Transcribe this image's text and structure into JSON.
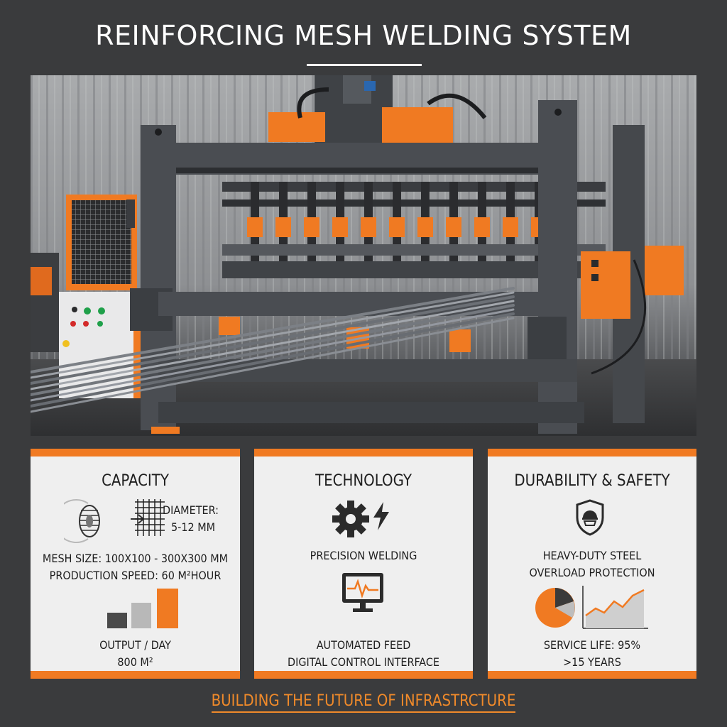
{
  "header": {
    "title": "REINFORCING MESH WELDING SYSTEM"
  },
  "colors": {
    "accent": "#f07a22",
    "background": "#3a3b3d",
    "card": "#efefef",
    "machine": "#4a4d52"
  },
  "cards": {
    "capacity": {
      "title": "CAPACITY",
      "diameter_label": "DIAMETER:",
      "diameter_value": "5-12 MM",
      "mesh_size": "MESH SIZE: 100X100 - 300X300 MM",
      "production_speed": "PRODUCTION SPEED: 60 M²HOUR",
      "output_label": "OUTPUT / DAY",
      "output_value": "800 M²",
      "icons": [
        "wire-coil-icon",
        "arrow-right-icon",
        "mesh-grid-icon",
        "bar-chart-icon"
      ]
    },
    "technology": {
      "title": "TECHNOLOGY",
      "precision": "PRECISION WELDING",
      "automated": "AUTOMATED FEED",
      "digital": "DIGITAL CONTROL INTERFACE",
      "icons": [
        "gear-icon",
        "lightning-icon",
        "monitor-icon"
      ]
    },
    "durability": {
      "title": "DURABILITY & SAFETY",
      "heavy_duty": "HEAVY-DUTY STEEL",
      "overload": "OVERLOAD PROTECTION",
      "service_life": "SERVICE LIFE: 95%",
      "years": ">15 YEARS",
      "icons": [
        "safety-shield-icon",
        "pie-chart-icon",
        "line-chart-icon"
      ]
    }
  },
  "footer": {
    "tagline": "BUILDING THE FUTURE OF INFRASTRCTURE"
  }
}
